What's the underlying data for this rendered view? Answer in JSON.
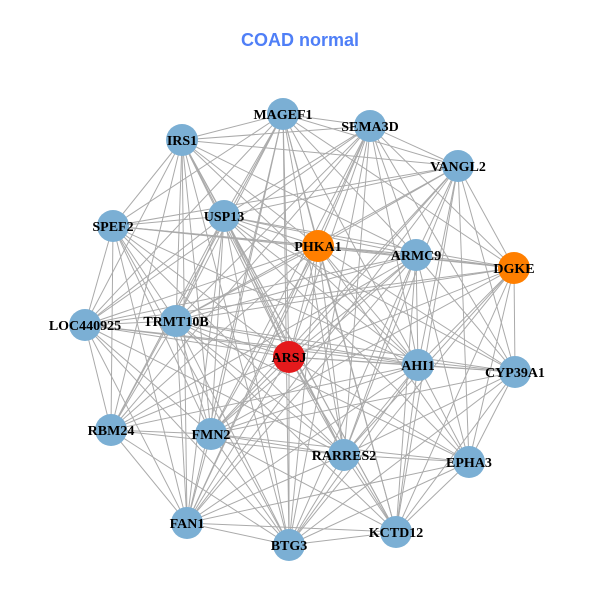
{
  "title": "COAD normal",
  "colors": {
    "default": "#7bafd4",
    "highlight": "#ff7f00",
    "focus": "#e41a1c",
    "edge": "#aaaaaa",
    "title": "#4f7ff7"
  },
  "nodes": [
    {
      "id": "MAGEF1",
      "type": "default"
    },
    {
      "id": "SEMA3D",
      "type": "default"
    },
    {
      "id": "IRS1",
      "type": "default"
    },
    {
      "id": "VANGL2",
      "type": "default"
    },
    {
      "id": "SPEF2",
      "type": "default"
    },
    {
      "id": "USP13",
      "type": "default"
    },
    {
      "id": "PHKA1",
      "type": "highlight"
    },
    {
      "id": "ARMC9",
      "type": "default"
    },
    {
      "id": "DGKE",
      "type": "highlight"
    },
    {
      "id": "LOC440925",
      "type": "default"
    },
    {
      "id": "TRMT10B",
      "type": "default"
    },
    {
      "id": "ARSJ",
      "type": "focus"
    },
    {
      "id": "AHI1",
      "type": "default"
    },
    {
      "id": "CYP39A1",
      "type": "default"
    },
    {
      "id": "RBM24",
      "type": "default"
    },
    {
      "id": "FMN2",
      "type": "default"
    },
    {
      "id": "RARRES2",
      "type": "default"
    },
    {
      "id": "EPHA3",
      "type": "default"
    },
    {
      "id": "FAN1",
      "type": "default"
    },
    {
      "id": "BTG3",
      "type": "default"
    },
    {
      "id": "KCTD12",
      "type": "default"
    }
  ],
  "adjacency": {
    "MAGEF1": [
      "SEMA3D",
      "IRS1",
      "VANGL2",
      "SPEF2",
      "USP13",
      "PHKA1",
      "ARMC9",
      "DGKE",
      "LOC440925",
      "TRMT10B",
      "ARSJ",
      "AHI1",
      "RBM24",
      "FMN2",
      "RARRES2",
      "FAN1",
      "BTG3",
      "KCTD12"
    ],
    "SEMA3D": [
      "IRS1",
      "VANGL2",
      "USP13",
      "PHKA1",
      "ARMC9",
      "DGKE",
      "LOC440925",
      "TRMT10B",
      "ARSJ",
      "AHI1",
      "CYP39A1",
      "RBM24",
      "FMN2",
      "RARRES2",
      "FAN1",
      "BTG3"
    ],
    "IRS1": [
      "VANGL2",
      "SPEF2",
      "USP13",
      "PHKA1",
      "ARMC9",
      "LOC440925",
      "TRMT10B",
      "ARSJ",
      "AHI1",
      "RBM24",
      "FMN2",
      "RARRES2",
      "FAN1",
      "BTG3",
      "KCTD12"
    ],
    "VANGL2": [
      "SPEF2",
      "USP13",
      "PHKA1",
      "ARMC9",
      "DGKE",
      "TRMT10B",
      "ARSJ",
      "AHI1",
      "CYP39A1",
      "FMN2",
      "RARRES2",
      "EPHA3",
      "FAN1",
      "KCTD12"
    ],
    "SPEF2": [
      "USP13",
      "PHKA1",
      "ARMC9",
      "DGKE",
      "LOC440925",
      "TRMT10B",
      "ARSJ",
      "AHI1",
      "RBM24",
      "FMN2",
      "RARRES2",
      "FAN1",
      "BTG3"
    ],
    "USP13": [
      "PHKA1",
      "ARMC9",
      "DGKE",
      "LOC440925",
      "TRMT10B",
      "ARSJ",
      "AHI1",
      "CYP39A1",
      "RBM24",
      "FMN2",
      "RARRES2",
      "EPHA3",
      "FAN1",
      "BTG3",
      "KCTD12"
    ],
    "PHKA1": [
      "ARMC9",
      "DGKE",
      "LOC440925",
      "TRMT10B",
      "ARSJ",
      "AHI1",
      "CYP39A1",
      "RBM24",
      "FMN2",
      "RARRES2",
      "EPHA3",
      "FAN1",
      "BTG3",
      "KCTD12"
    ],
    "ARMC9": [
      "DGKE",
      "LOC440925",
      "TRMT10B",
      "ARSJ",
      "AHI1",
      "CYP39A1",
      "RBM24",
      "FMN2",
      "RARRES2",
      "EPHA3",
      "FAN1",
      "BTG3",
      "KCTD12"
    ],
    "DGKE": [
      "LOC440925",
      "TRMT10B",
      "ARSJ",
      "AHI1",
      "CYP39A1",
      "FMN2",
      "RARRES2",
      "EPHA3",
      "BTG3",
      "KCTD12"
    ],
    "LOC440925": [
      "TRMT10B",
      "ARSJ",
      "AHI1",
      "CYP39A1",
      "RBM24",
      "FMN2",
      "RARRES2",
      "FAN1",
      "BTG3"
    ],
    "TRMT10B": [
      "ARSJ",
      "AHI1",
      "CYP39A1",
      "RBM24",
      "FMN2",
      "RARRES2",
      "EPHA3",
      "FAN1",
      "BTG3",
      "KCTD12"
    ],
    "ARSJ": [
      "AHI1",
      "CYP39A1",
      "RBM24",
      "FMN2",
      "RARRES2",
      "EPHA3",
      "FAN1",
      "BTG3",
      "KCTD12"
    ],
    "AHI1": [
      "CYP39A1",
      "RBM24",
      "FMN2",
      "RARRES2",
      "EPHA3",
      "FAN1",
      "BTG3",
      "KCTD12"
    ],
    "CYP39A1": [
      "FMN2",
      "RARRES2",
      "EPHA3",
      "BTG3",
      "KCTD12"
    ],
    "RBM24": [
      "FMN2",
      "RARRES2",
      "FAN1",
      "BTG3"
    ],
    "FMN2": [
      "RARRES2",
      "EPHA3",
      "FAN1",
      "BTG3",
      "KCTD12"
    ],
    "RARRES2": [
      "EPHA3",
      "FAN1",
      "BTG3",
      "KCTD12"
    ],
    "EPHA3": [
      "FAN1",
      "BTG3",
      "KCTD12"
    ],
    "FAN1": [
      "BTG3",
      "KCTD12"
    ],
    "BTG3": [
      "KCTD12"
    ]
  }
}
